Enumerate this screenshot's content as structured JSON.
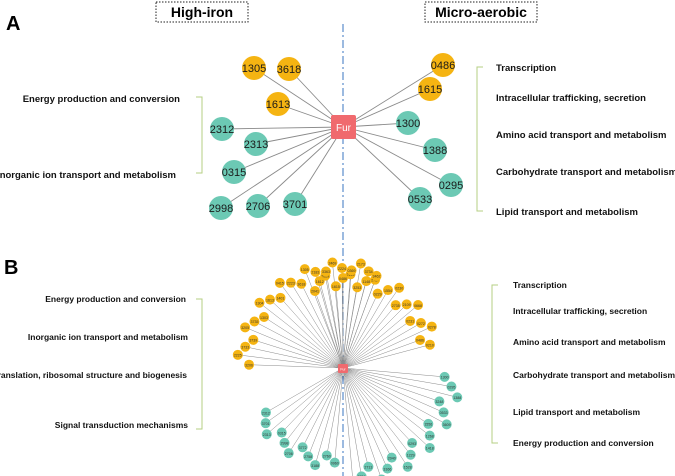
{
  "panel_labels": {
    "a": "A",
    "b": "B"
  },
  "conditions": {
    "left": "High-iron",
    "right": "Micro-aerobic"
  },
  "colors": {
    "upregulated": "#f5b412",
    "downregulated": "#6cc9b4",
    "hub": "#f06a6e",
    "edge": "#8a8a8a",
    "bracket": "#b5cf83",
    "divider": "#3a74c2"
  },
  "panel_a": {
    "hub_label": "Fur",
    "left_categories": [
      "Energy production and conversion",
      "Inorganic ion transport and metabolism"
    ],
    "right_categories": [
      "Transcription",
      "Intracellular trafficking, secretion",
      "Amino acid transport and metabolism",
      "Carbohydrate transport and metabolism",
      "Lipid transport and metabolism"
    ],
    "left_nodes": [
      {
        "label": "1305",
        "color": "upregulated"
      },
      {
        "label": "3618",
        "color": "upregulated"
      },
      {
        "label": "1613",
        "color": "upregulated"
      },
      {
        "label": "2312",
        "color": "downregulated"
      },
      {
        "label": "2313",
        "color": "downregulated"
      },
      {
        "label": "0315",
        "color": "downregulated"
      },
      {
        "label": "2998",
        "color": "downregulated"
      },
      {
        "label": "2706",
        "color": "downregulated"
      },
      {
        "label": "3701",
        "color": "downregulated"
      }
    ],
    "right_nodes": [
      {
        "label": "0486",
        "color": "upregulated"
      },
      {
        "label": "1615",
        "color": "upregulated"
      },
      {
        "label": "1300",
        "color": "downregulated"
      },
      {
        "label": "1388",
        "color": "downregulated"
      },
      {
        "label": "0295",
        "color": "downregulated"
      },
      {
        "label": "0533",
        "color": "downregulated"
      }
    ]
  },
  "panel_b": {
    "hub_label": "Fur",
    "left_categories": [
      "Energy production and conversion",
      "Inorganic ion transport and metabolism",
      "Translation, ribosomal structure and biogenesis",
      "Signal transduction mechanisms"
    ],
    "right_categories": [
      "Transcription",
      "Intracellular trafficking, secretion",
      "Amino acid transport and metabolism",
      "Carbohydrate transport and metabolism",
      "Lipid transport and metabolism",
      "Energy production and conversion"
    ],
    "left_nodes": [
      {
        "label": "2767",
        "color": "upregulated"
      },
      {
        "label": "3734",
        "color": "upregulated"
      },
      {
        "label": "2173",
        "color": "upregulated"
      },
      {
        "label": "2169",
        "color": "upregulated"
      },
      {
        "label": "2224",
        "color": "upregulated"
      },
      {
        "label": "2469",
        "color": "upregulated"
      },
      {
        "label": "2029",
        "color": "upregulated"
      },
      {
        "label": "2183",
        "color": "upregulated"
      },
      {
        "label": "1305",
        "color": "upregulated"
      },
      {
        "label": "3618",
        "color": "upregulated"
      },
      {
        "label": "2223",
        "color": "upregulated"
      },
      {
        "label": "0415",
        "color": "upregulated"
      },
      {
        "label": "1401",
        "color": "upregulated"
      },
      {
        "label": "1613",
        "color": "upregulated"
      },
      {
        "label": "1304",
        "color": "upregulated"
      },
      {
        "label": "1303",
        "color": "upregulated"
      },
      {
        "label": "3735",
        "color": "upregulated"
      },
      {
        "label": "3205",
        "color": "upregulated"
      },
      {
        "label": "3739",
        "color": "upregulated"
      },
      {
        "label": "3733",
        "color": "upregulated"
      },
      {
        "label": "2225",
        "color": "upregulated"
      },
      {
        "label": "3206",
        "color": "upregulated"
      },
      {
        "label": "2312",
        "color": "downregulated"
      },
      {
        "label": "3701",
        "color": "downregulated"
      },
      {
        "label": "2313",
        "color": "downregulated"
      },
      {
        "label": "0315",
        "color": "downregulated"
      },
      {
        "label": "2998",
        "color": "downregulated"
      },
      {
        "label": "2706",
        "color": "downregulated"
      },
      {
        "label": "3772",
        "color": "downregulated"
      },
      {
        "label": "2758",
        "color": "downregulated"
      },
      {
        "label": "3188",
        "color": "downregulated"
      },
      {
        "label": "2760",
        "color": "downregulated"
      },
      {
        "label": "0960",
        "color": "downregulated"
      }
    ],
    "right_nodes": [
      {
        "label": "2041",
        "color": "upregulated"
      },
      {
        "label": "1612",
        "color": "upregulated"
      },
      {
        "label": "3363",
        "color": "upregulated"
      },
      {
        "label": "1615",
        "color": "upregulated"
      },
      {
        "label": "0486",
        "color": "upregulated"
      },
      {
        "label": "0369",
        "color": "upregulated"
      },
      {
        "label": "3253",
        "color": "upregulated"
      },
      {
        "label": "1148",
        "color": "upregulated"
      },
      {
        "label": "3462",
        "color": "upregulated"
      },
      {
        "label": "0229",
        "color": "upregulated"
      },
      {
        "label": "1554",
        "color": "upregulated"
      },
      {
        "label": "0230",
        "color": "upregulated"
      },
      {
        "label": "2735",
        "color": "upregulated"
      },
      {
        "label": "2109",
        "color": "upregulated"
      },
      {
        "label": "0668",
        "color": "upregulated"
      },
      {
        "label": "0231",
        "color": "upregulated"
      },
      {
        "label": "0272",
        "color": "upregulated"
      },
      {
        "label": "0278",
        "color": "upregulated"
      },
      {
        "label": "0486",
        "color": "upregulated"
      },
      {
        "label": "0210",
        "color": "upregulated"
      },
      {
        "label": "1300",
        "color": "downregulated"
      },
      {
        "label": "0295",
        "color": "downregulated"
      },
      {
        "label": "1388",
        "color": "downregulated"
      },
      {
        "label": "3248",
        "color": "downregulated"
      },
      {
        "label": "0533",
        "color": "downregulated"
      },
      {
        "label": "3609",
        "color": "downregulated"
      },
      {
        "label": "1556",
        "color": "downregulated"
      },
      {
        "label": "1268",
        "color": "downregulated"
      },
      {
        "label": "1418",
        "color": "downregulated"
      },
      {
        "label": "0293",
        "color": "downregulated"
      },
      {
        "label": "1229",
        "color": "downregulated"
      },
      {
        "label": "1528",
        "color": "downregulated"
      },
      {
        "label": "2040",
        "color": "downregulated"
      },
      {
        "label": "3166",
        "color": "downregulated"
      },
      {
        "label": "0224",
        "color": "downregulated"
      },
      {
        "label": "2713",
        "color": "downregulated"
      },
      {
        "label": "3764",
        "color": "downregulated"
      },
      {
        "label": "0255",
        "color": "downregulated"
      }
    ]
  }
}
